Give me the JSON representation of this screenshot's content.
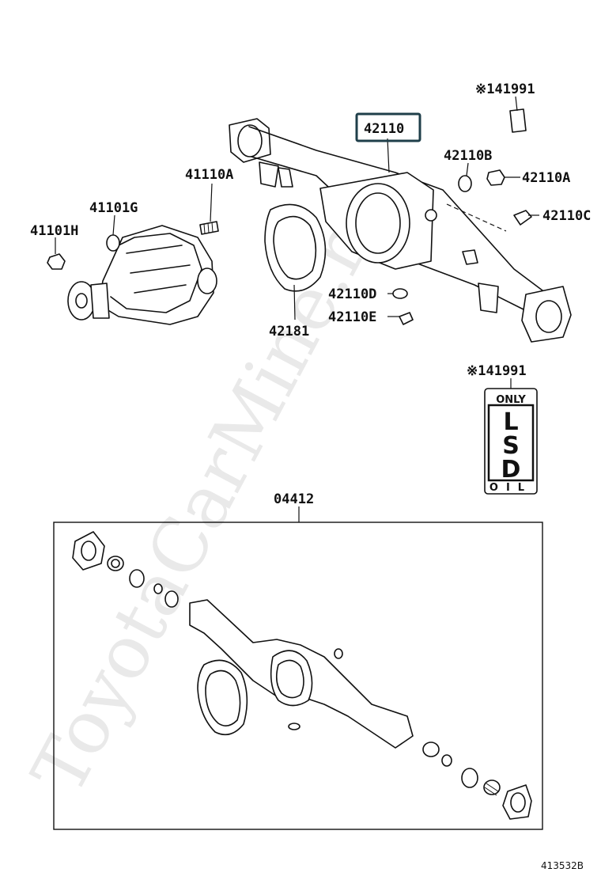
{
  "watermark": "ToyotaCarMine.ru",
  "labels": {
    "l41991_top": "※141991",
    "l42110": "42110",
    "l42110B": "42110B",
    "l42110A_right": "42110A",
    "l42110C": "42110C",
    "l41110A": "41110A",
    "l41101G": "41101G",
    "l41101H": "41101H",
    "l42110D": "42110D",
    "l42110E": "42110E",
    "l42181": "42181",
    "l41991_lsd": "※141991",
    "l04412": "04412"
  },
  "lsd_label": {
    "top": "ONLY",
    "letters": [
      "L",
      "S",
      "D"
    ],
    "bottom": "OIL"
  },
  "diagram_id": "413532B",
  "colors": {
    "highlight_box": "#1f3f4a",
    "ink": "#111111"
  }
}
